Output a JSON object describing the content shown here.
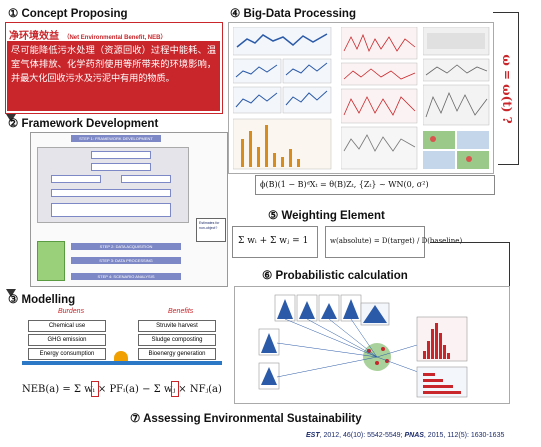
{
  "sections": {
    "s1_title": "① Concept Proposing",
    "s2_title": "② Framework Development",
    "s3_title": "③ Modelling",
    "s4_title": "④ Big-Data Processing",
    "s5_title": "⑤ Weighting Element",
    "s6_title": "⑥ Probabilistic calculation",
    "s7_title": "⑦ Assessing Environmental Sustainability"
  },
  "concept": {
    "term_cn": "净环境效益",
    "term_en": "（Net Environmental Benefit, NEB）",
    "description": "尽可能降低污水处理（资源回收）过程中能耗、温室气体排放、化学药剂使用等所带来的环境影响，并最大化回收污水及污泥中有用的物质。"
  },
  "framework": {
    "step1": "STEP 1: FRAMEWORK DEVELOPMENT",
    "step2": "STEP 2: DATA ACQUISITION",
    "step3": "STEP 3: DATA PROCESSING",
    "step4": "STEP 4: SCENARIO ANALYSIS",
    "side_note": "Estimates for non-object?"
  },
  "modelling": {
    "burdens_label": "Burdens",
    "benefits_label": "Benefits",
    "burdens": [
      "Chemical use",
      "GHG emission",
      "Energy consumption"
    ],
    "benefits": [
      "Struvite harvest",
      "Sludge composting",
      "Bioenergy generation"
    ]
  },
  "formulas": {
    "arima": "ϕ(B)(1 − B)ᵈXₜ = θ(B)Zₜ,  {Zₜ} ~ WN(0, σ²)",
    "omega": "ω = ω(t) ?",
    "weight_sum": "Σ wᵢ + Σ wⱼ = 1",
    "weight_def": "w(absolute) = D(target) / D(baseline)",
    "neb": "NEB(a) = Σ wᵢ × PFᵢ(a) − Σ wⱼ × NFⱼ(a)"
  },
  "citation": {
    "text1": "EST",
    "text2": ", 2012, 46(10): 5542-5549; ",
    "text3": "PNAS",
    "text4": ", 2015, 112(5): 1630-1635"
  },
  "colors": {
    "red": "#c9262b",
    "blue_step": "#7d88c6",
    "green_box": "#9bd07a",
    "orange_fulcrum": "#f0a000",
    "beam": "#2a78c6"
  }
}
